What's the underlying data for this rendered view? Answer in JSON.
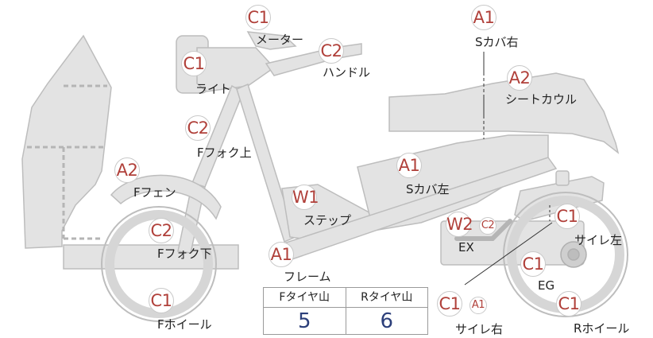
{
  "diagram": {
    "parts": [
      {
        "id": "meter",
        "label": "メーター",
        "grades": [
          "C1"
        ]
      },
      {
        "id": "handle",
        "label": "ハンドル",
        "grades": [
          "C2"
        ]
      },
      {
        "id": "light",
        "label": "ライト",
        "grades": [
          "C1"
        ]
      },
      {
        "id": "f-fork-upper",
        "label": "Fフォク上",
        "grades": [
          "C2"
        ]
      },
      {
        "id": "f-fender",
        "label": "Fフェン",
        "grades": [
          "A2"
        ]
      },
      {
        "id": "f-fork-lower",
        "label": "Fフォク下",
        "grades": [
          "C2"
        ]
      },
      {
        "id": "f-wheel",
        "label": "Fホイール",
        "grades": [
          "C1"
        ]
      },
      {
        "id": "frame",
        "label": "フレーム",
        "grades": [
          "A1"
        ]
      },
      {
        "id": "step",
        "label": "ステップ",
        "grades": [
          "W1"
        ]
      },
      {
        "id": "s-cover-right",
        "label": "Sカバ右",
        "grades": [
          "A1"
        ]
      },
      {
        "id": "seat-cowl",
        "label": "シートカウル",
        "grades": [
          "A2"
        ]
      },
      {
        "id": "s-cover-left",
        "label": "Sカバ左",
        "grades": [
          "A1"
        ]
      },
      {
        "id": "exhaust",
        "label": "EX",
        "grades": [
          "W2",
          "C2"
        ]
      },
      {
        "id": "muffler-left",
        "label": "サイレ左",
        "grades": [
          "C1"
        ]
      },
      {
        "id": "engine",
        "label": "EG",
        "grades": [
          "C1"
        ]
      },
      {
        "id": "muffler-right",
        "label": "サイレ右",
        "grades": [
          "C1",
          "A1"
        ]
      },
      {
        "id": "r-wheel",
        "label": "Rホイール",
        "grades": [
          "C1"
        ]
      }
    ]
  },
  "tire_table": {
    "headers": [
      "Fタイヤ山",
      "Rタイヤ山"
    ],
    "values": [
      "5",
      "6"
    ]
  },
  "colors": {
    "part_fill": "#e3e3e3",
    "part_stroke": "#bdbdbd",
    "grade_text": "#b0403a",
    "tread_value": "#2c3f7a"
  }
}
